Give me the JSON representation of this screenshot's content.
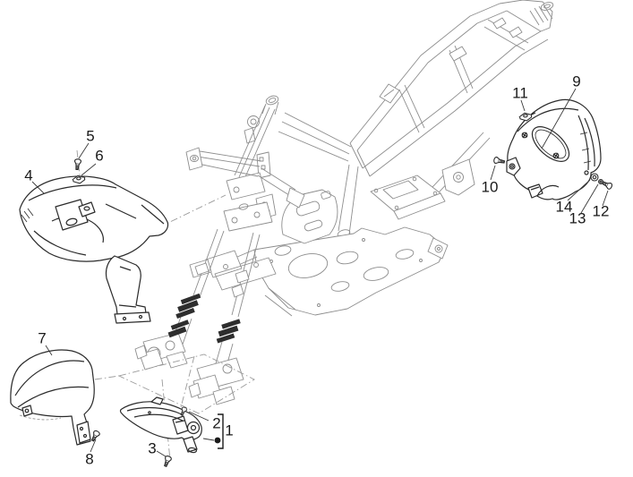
{
  "diagram": {
    "callouts": [
      {
        "label": "1"
      },
      {
        "label": "2"
      },
      {
        "label": "3"
      },
      {
        "label": "4"
      },
      {
        "label": "5"
      },
      {
        "label": "6"
      },
      {
        "label": "7"
      },
      {
        "label": "8"
      },
      {
        "label": "9"
      },
      {
        "label": "10"
      },
      {
        "label": "11"
      },
      {
        "label": "12"
      },
      {
        "label": "13"
      },
      {
        "label": "14"
      }
    ],
    "colors": {
      "background": "#ffffff",
      "frame_lines": "#8d8d8d",
      "part_lines": "#2b2b2b",
      "label_text": "#1a1a1a"
    }
  }
}
